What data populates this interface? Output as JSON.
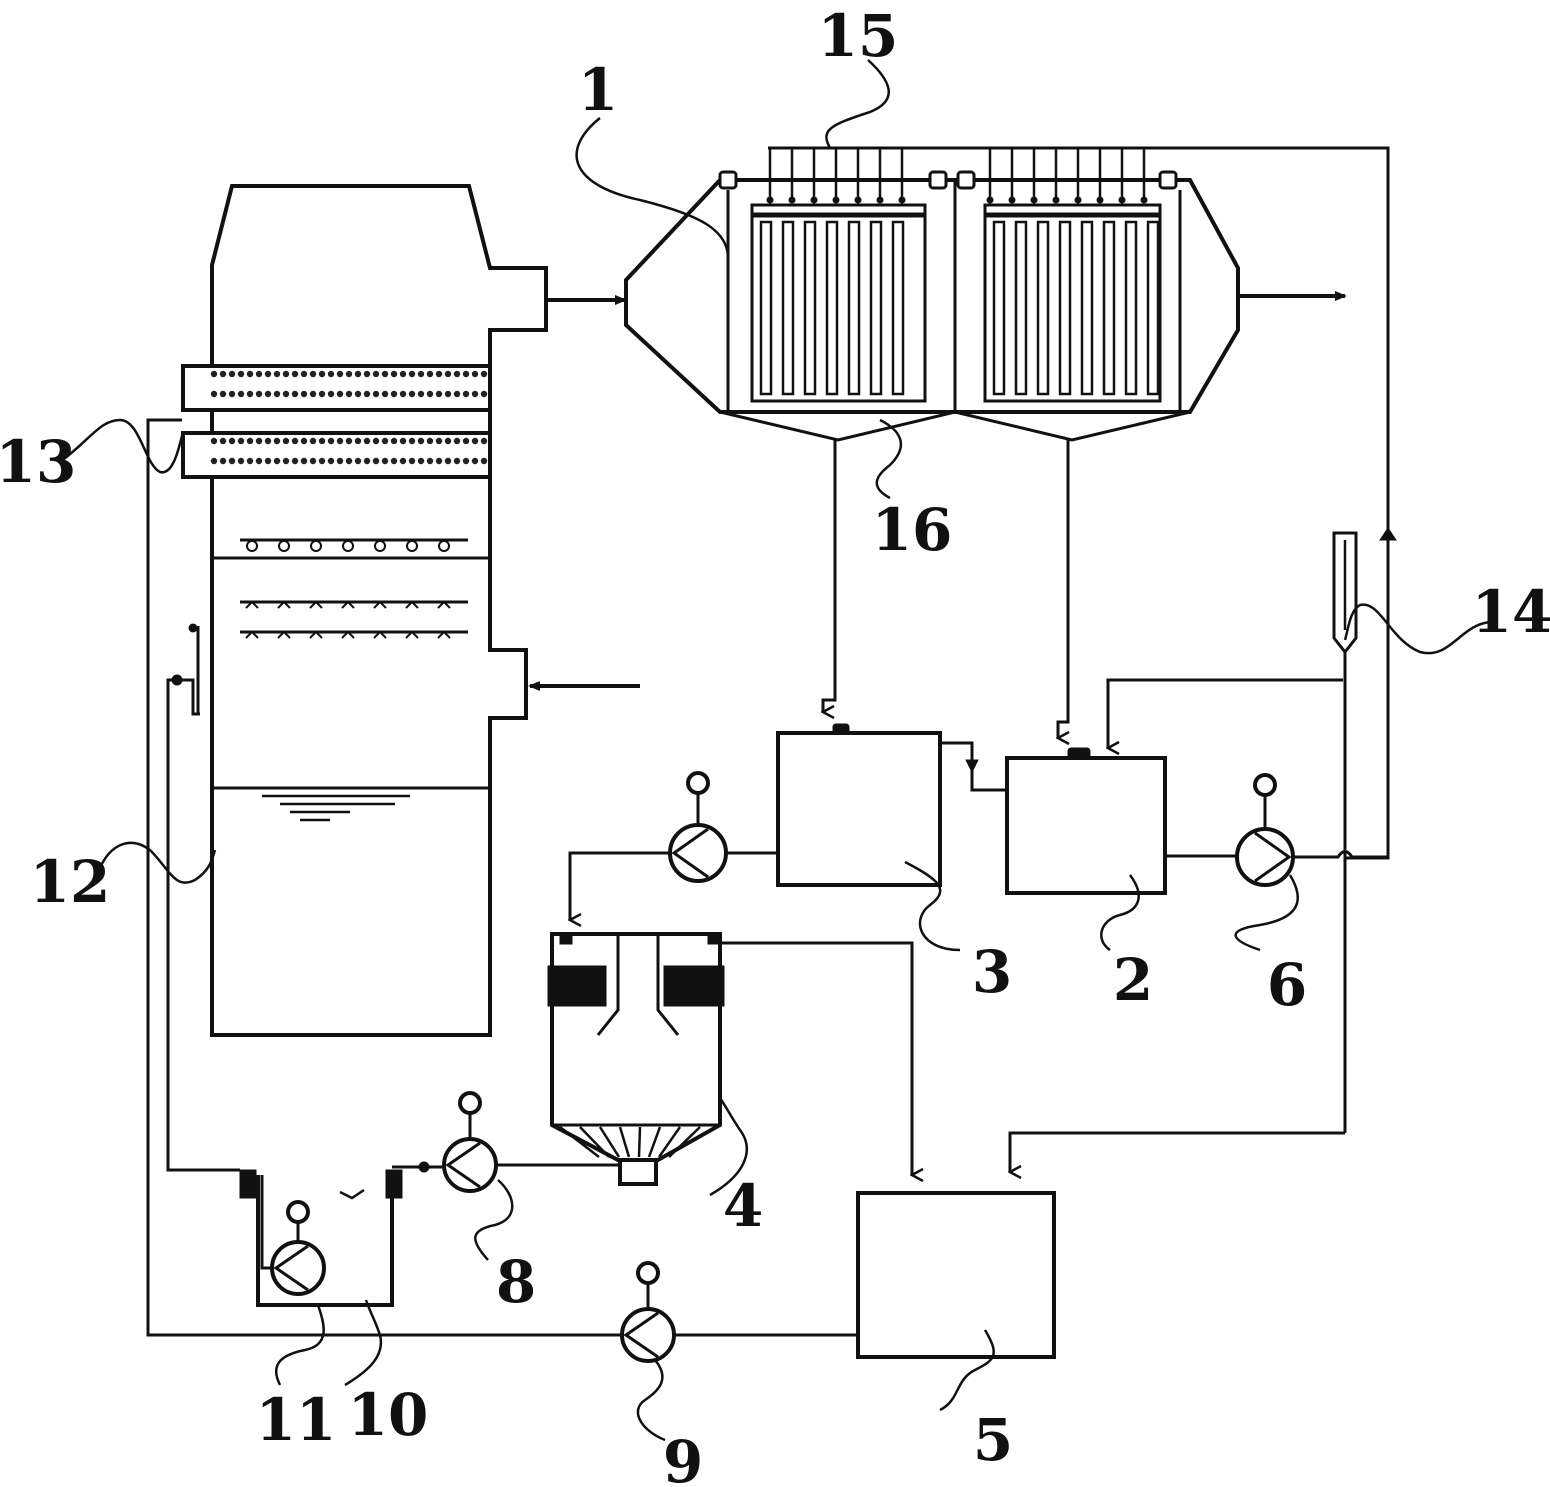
{
  "labels": {
    "n1": "1",
    "n2": "2",
    "n3": "3",
    "n4": "4",
    "n5": "5",
    "n6": "6",
    "n8": "8",
    "n9": "9",
    "n10": "10",
    "n11": "11",
    "n12": "12",
    "n13": "13",
    "n14": "14",
    "n15": "15",
    "n16": "16"
  },
  "colors": {
    "line": "#111111",
    "background": "#ffffff"
  }
}
